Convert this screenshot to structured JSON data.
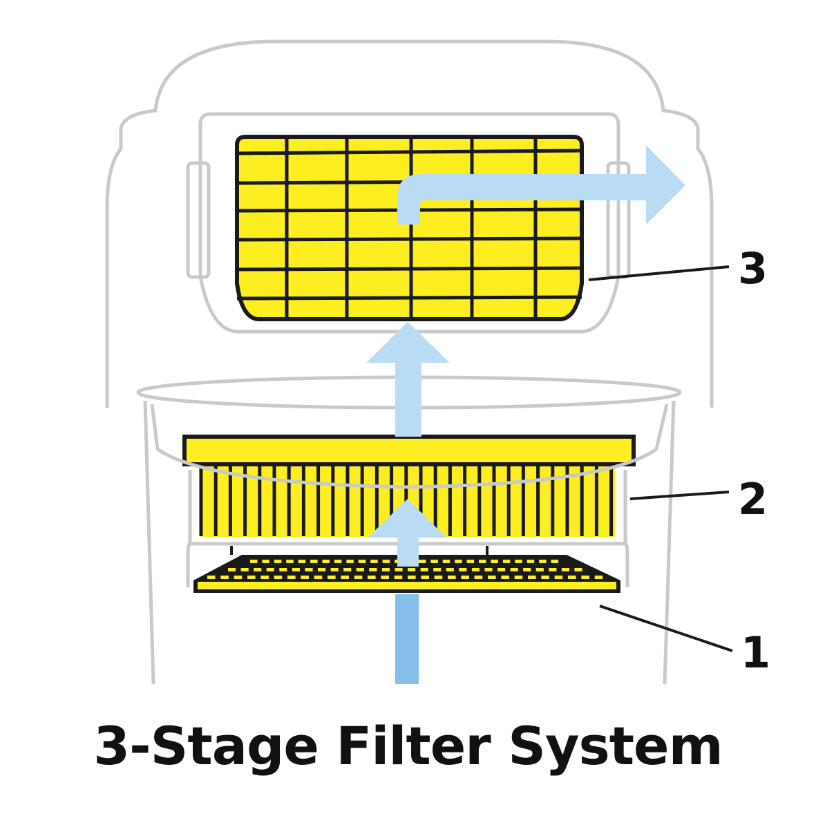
{
  "title": "3-Stage Filter System",
  "labels": {
    "stage1": "1",
    "stage2": "2",
    "stage3": "3"
  },
  "colors": {
    "yellow": "#fcee21",
    "outline": "#1a1a1a",
    "housing": "#c9c9c9",
    "airflow_light": "#b9dbf3",
    "airflow_dark": "#86c0ea"
  }
}
